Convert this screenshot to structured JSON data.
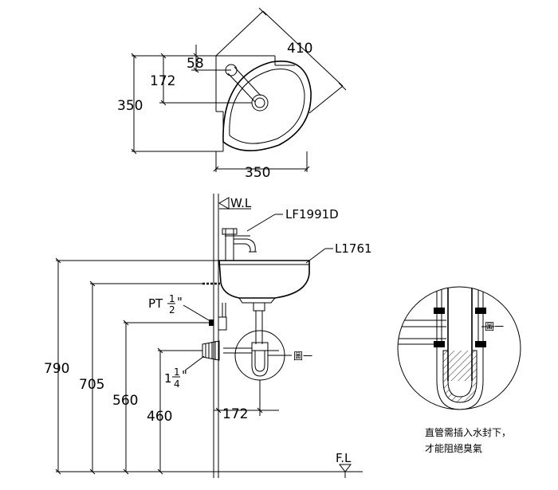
{
  "top_view": {
    "dim_410": "410",
    "dim_58": "58",
    "dim_172": "172",
    "dim_350_vertical": "350",
    "dim_350_horizontal": "350"
  },
  "side_view": {
    "wl_label": "W.L",
    "faucet_model": "LF1991D",
    "basin_model": "L1761",
    "pt_label": "PT",
    "pt_frac_num": "1",
    "pt_frac_den": "2",
    "pt_inch": "\"",
    "trap_size_whole": "1",
    "trap_frac_num": "1",
    "trap_frac_den": "4",
    "trap_inch": "\"",
    "dim_790": "790",
    "dim_705": "705",
    "dim_560": "560",
    "dim_460": "460",
    "dim_172": "172",
    "fl_label": "F.L",
    "detail_ref": "圖一"
  },
  "detail": {
    "ref_label": "圖一",
    "note_line1": "直管需插入水封下，",
    "note_line2": "才能阻絕臭氣"
  }
}
